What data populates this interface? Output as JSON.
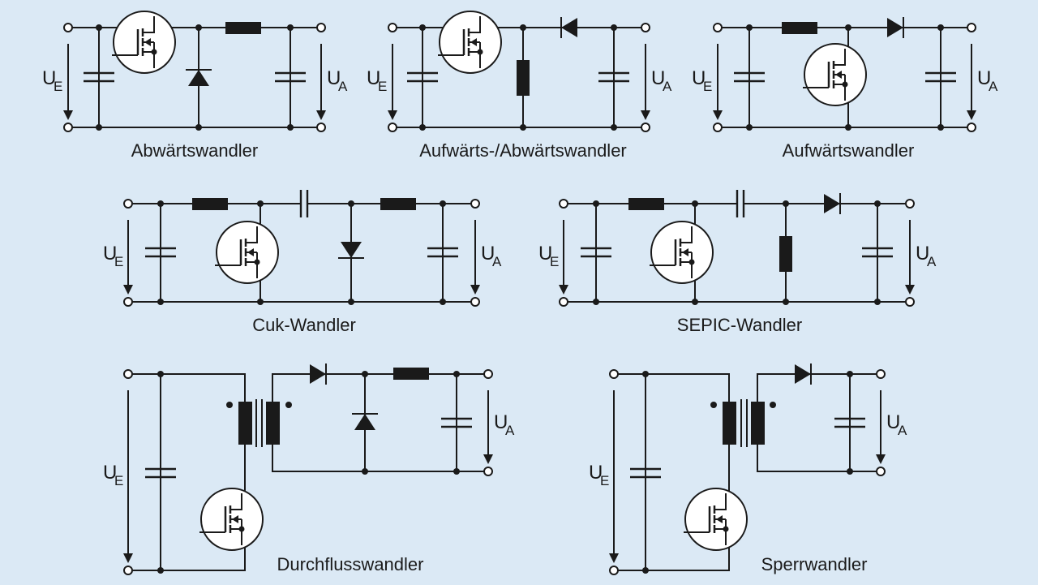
{
  "symbols": {
    "input_voltage": "U",
    "input_subscript": "E",
    "output_voltage": "U",
    "output_subscript": "A"
  },
  "circuits": {
    "buck": "Abwärtswandler",
    "buck_boost": "Aufwärts-/Abwärtswandler",
    "boost": "Aufwärtswandler",
    "cuk": "Cuk-Wandler",
    "sepic": "SEPIC-Wandler",
    "forward": "Durchflusswandler",
    "flyback": "Sperrwandler"
  },
  "colors": {
    "background": "#dbe9f5",
    "line": "#1a1a1a"
  }
}
